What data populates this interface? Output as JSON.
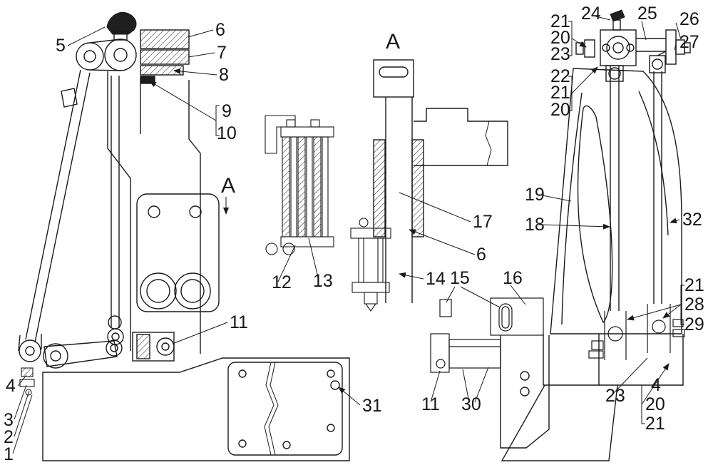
{
  "document": {
    "kind": "patent-style mechanical assembly line drawing",
    "background": "#ffffff",
    "line_color": "#1a1a1a",
    "view_names": [
      "left-elevation",
      "section-A",
      "right-elevation"
    ]
  },
  "section": {
    "letter": "A"
  },
  "callouts": {
    "left": [
      {
        "text": "5"
      },
      {
        "text": "6"
      },
      {
        "text": "7"
      },
      {
        "text": "8"
      },
      {
        "text": "9"
      },
      {
        "text": "10"
      },
      {
        "text": "A"
      },
      {
        "text": "11"
      },
      {
        "text": "31"
      },
      {
        "text": "4"
      },
      {
        "text": "3"
      },
      {
        "text": "2"
      },
      {
        "text": "1"
      }
    ],
    "middle": [
      {
        "text": "A"
      },
      {
        "text": "17"
      },
      {
        "text": "6"
      },
      {
        "text": "14"
      },
      {
        "text": "12"
      },
      {
        "text": "13"
      },
      {
        "text": "15"
      },
      {
        "text": "16"
      },
      {
        "text": "11"
      },
      {
        "text": "30"
      }
    ],
    "right": [
      {
        "text": "21"
      },
      {
        "text": "20"
      },
      {
        "text": "23"
      },
      {
        "text": "24"
      },
      {
        "text": "25"
      },
      {
        "text": "26"
      },
      {
        "text": "27"
      },
      {
        "text": "22"
      },
      {
        "text": "21"
      },
      {
        "text": "20"
      },
      {
        "text": "19"
      },
      {
        "text": "18"
      },
      {
        "text": "32"
      },
      {
        "text": "21"
      },
      {
        "text": "28"
      },
      {
        "text": "29"
      },
      {
        "text": "23"
      },
      {
        "text": "4"
      },
      {
        "text": "20"
      },
      {
        "text": "21"
      }
    ]
  }
}
